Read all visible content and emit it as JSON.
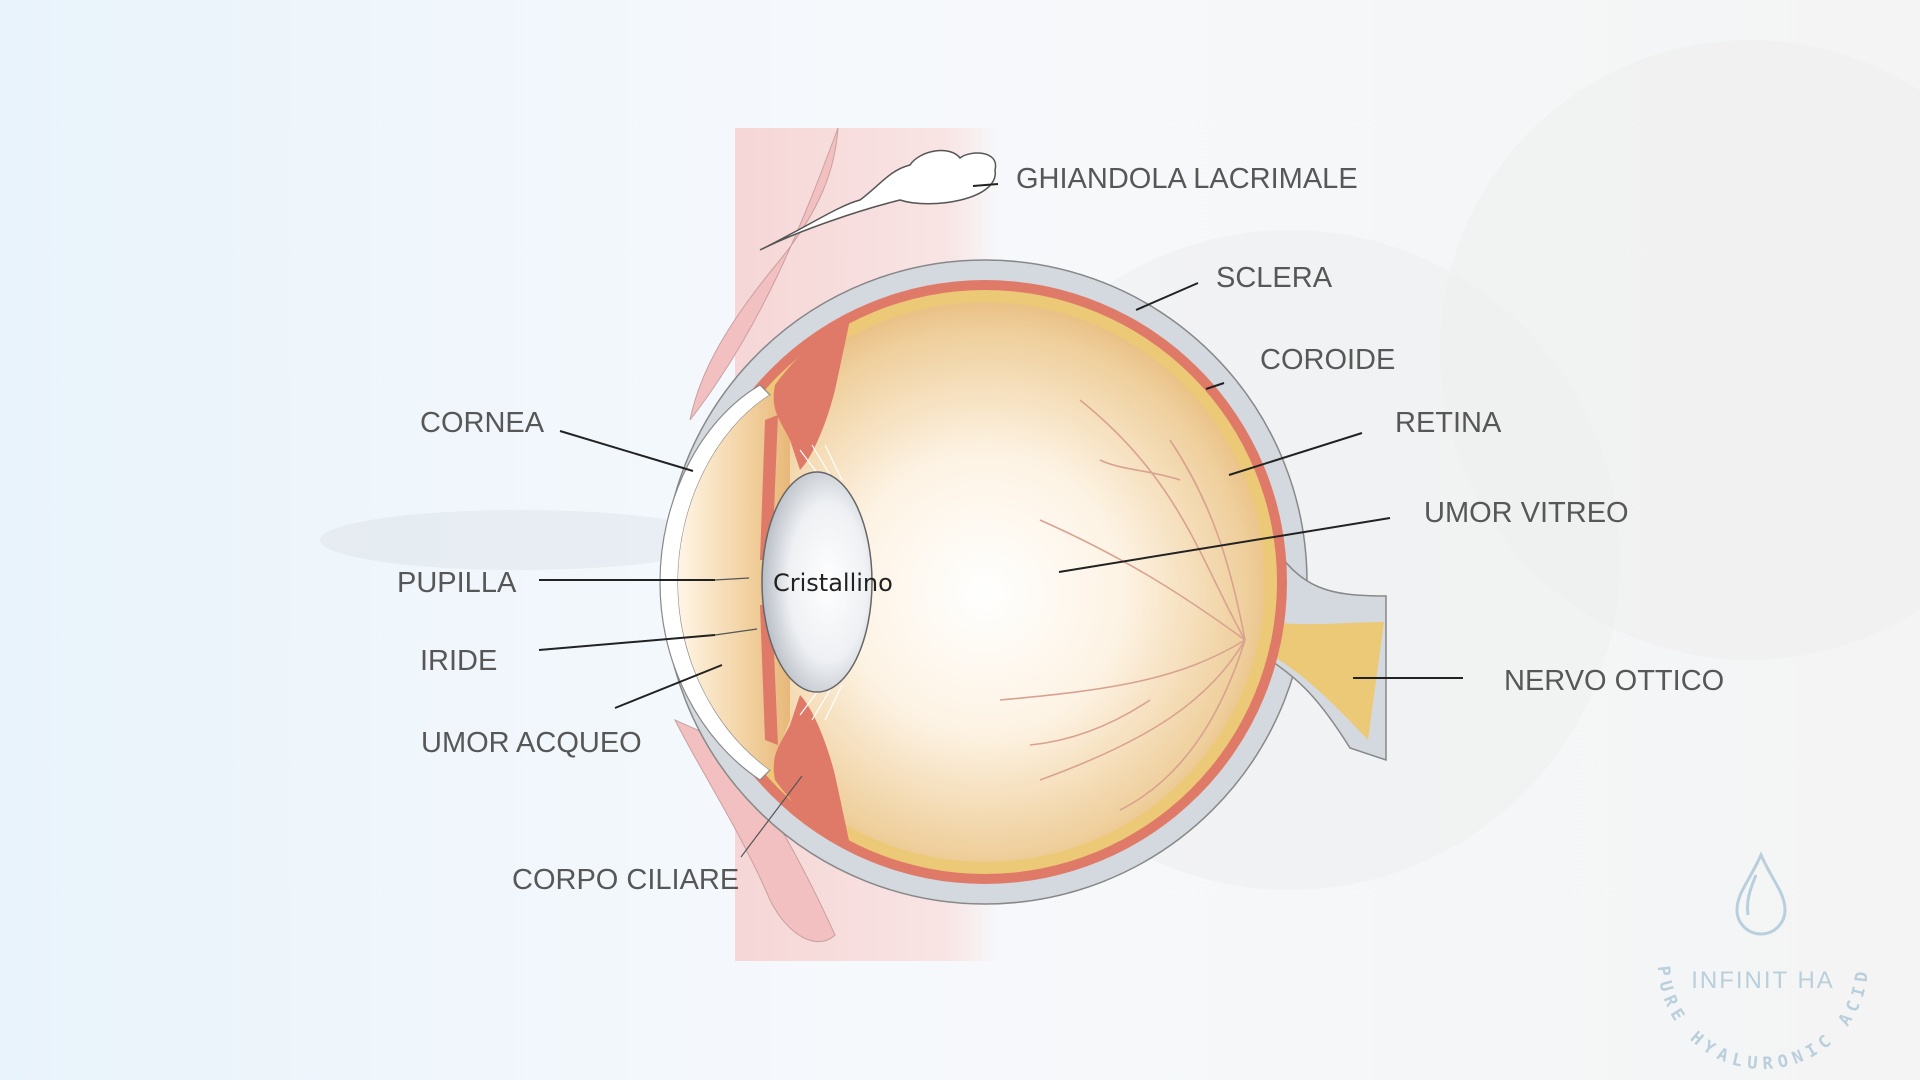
{
  "diagram": {
    "lens_label": "Cristallino",
    "labels": {
      "ghiandola": "GHIANDOLA LACRIMALE",
      "sclera": "SCLERA",
      "coroide": "COROIDE",
      "retina": "RETINA",
      "umor_vitreo": "UMOR VITREO",
      "nervo_ottico": "NERVO OTTICO",
      "cornea": "CORNEA",
      "pupilla": "PUPILLA",
      "iride": "IRIDE",
      "umor_acqueo": "UMOR ACQUEO",
      "corpo_ciliare": "CORPO CILIARE"
    }
  },
  "logo": {
    "brand": "INFINIT  HA",
    "ring_text": "PURE HYALURONIC ACID",
    "icon": "water-drop-icon"
  },
  "colors": {
    "sclera": "#d3d9df",
    "choroid": "#e07a68",
    "retina": "#ecc977",
    "label": "#575757",
    "logo": "#b9cfdc"
  }
}
